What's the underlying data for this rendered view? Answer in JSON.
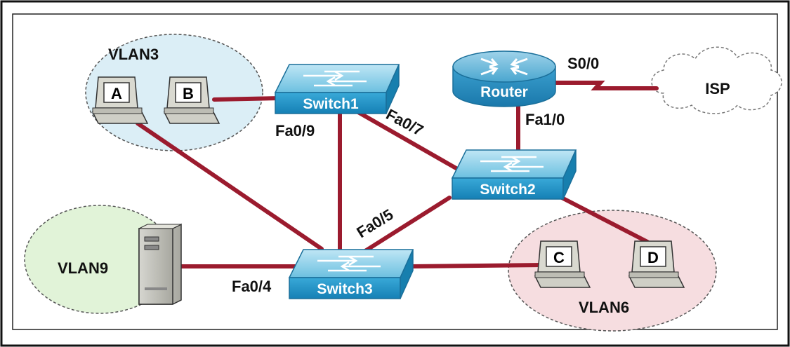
{
  "vlans": {
    "vlan3": "VLAN3",
    "vlan9": "VLAN9",
    "vlan6": "VLAN6"
  },
  "devices": {
    "switch1": "Switch1",
    "switch2": "Switch2",
    "switch3": "Switch3",
    "router": "Router",
    "isp": "ISP"
  },
  "hosts": {
    "a": "A",
    "b": "B",
    "c": "C",
    "d": "D"
  },
  "ports": {
    "s00": "S0/0",
    "fa10": "Fa1/0",
    "fa09": "Fa0/9",
    "fa07": "Fa0/7",
    "fa05": "Fa0/5",
    "fa04": "Fa0/4"
  },
  "colors": {
    "link": "#9b1b2e",
    "switch_top": "#5fb4d6",
    "switch_side": "#1e8fc0",
    "vlan3_fill": "#dbeef6",
    "vlan9_fill": "#e1f3d8",
    "vlan6_fill": "#f6dde0"
  }
}
